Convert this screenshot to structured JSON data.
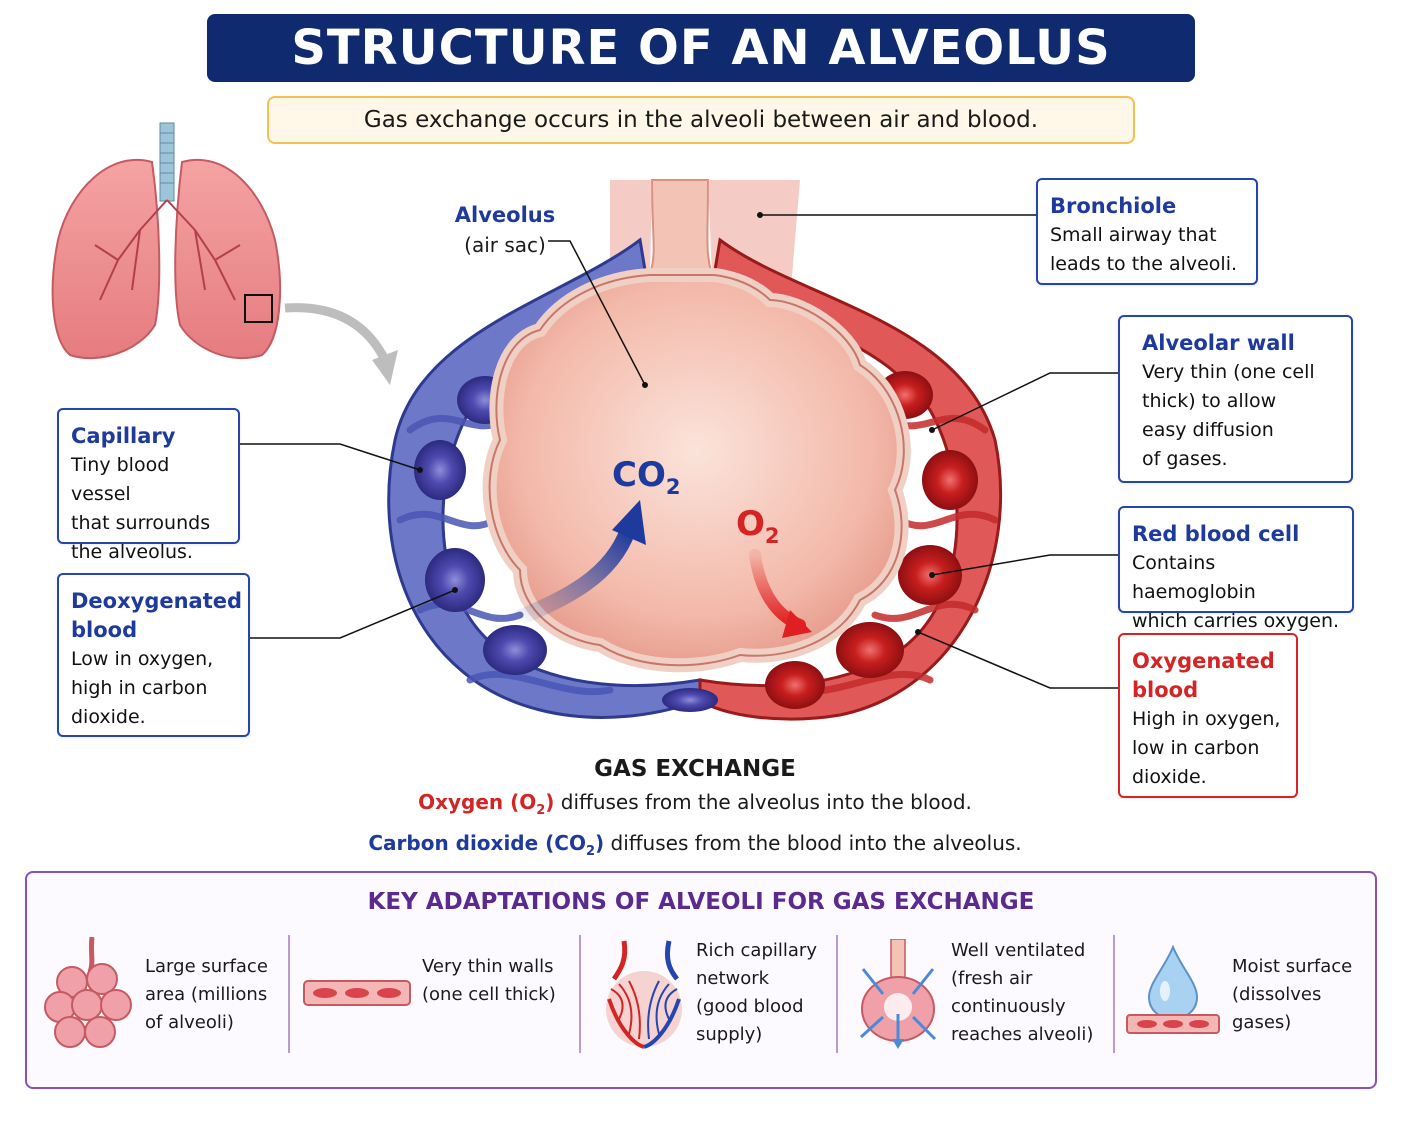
{
  "title": "STRUCTURE OF AN ALVEOLUS",
  "subtitle": "Gas exchange occurs in the alveoli between air and blood.",
  "labels": {
    "alveolus": {
      "heading": "Alveolus",
      "body": "(air sac)"
    },
    "bronchiole": {
      "heading": "Bronchiole",
      "lines": [
        "Small airway that",
        "leads to the alveoli."
      ]
    },
    "alveolar_wall": {
      "heading": "Alveolar wall",
      "lines": [
        "Very thin (one cell",
        "thick) to allow",
        "easy diffusion",
        "of gases."
      ]
    },
    "capillary": {
      "heading": "Capillary",
      "lines": [
        "Tiny blood vessel",
        "that surrounds",
        "the alveolus."
      ]
    },
    "red_blood_cell": {
      "heading": "Red blood cell",
      "lines": [
        "Contains haemoglobin",
        "which carries oxygen."
      ]
    },
    "deoxygenated": {
      "heading_lines": [
        "Deoxygenated",
        "blood"
      ],
      "lines": [
        "Low in oxygen,",
        "high in carbon",
        "dioxide."
      ]
    },
    "oxygenated": {
      "heading_lines": [
        "Oxygenated",
        "blood"
      ],
      "lines": [
        "High in oxygen,",
        "low in carbon",
        "dioxide."
      ]
    }
  },
  "gases": {
    "co2": {
      "main": "CO",
      "sub": "2"
    },
    "o2": {
      "main": "O",
      "sub": "2"
    }
  },
  "gas_exchange": {
    "title": "GAS EXCHANGE",
    "oxygen_term": "Oxygen (O",
    "oxygen_sub": "2",
    "oxygen_close": ")",
    "oxygen_rest": " diffuses from the alveolus into the blood.",
    "co2_term": "Carbon dioxide (CO",
    "co2_sub": "2",
    "co2_close": ")",
    "co2_rest": " diffuses from the blood into the alveolus."
  },
  "adaptations": {
    "title": "KEY ADAPTATIONS OF ALVEOLI FOR GAS EXCHANGE",
    "items": [
      {
        "lines": [
          "Large surface",
          "area (millions",
          "of alveoli)"
        ],
        "icon": "alveoli-cluster-icon"
      },
      {
        "lines": [
          "Very thin walls",
          "(one cell thick)"
        ],
        "icon": "thin-wall-icon"
      },
      {
        "lines": [
          "Rich capillary",
          "network",
          "(good blood",
          "supply)"
        ],
        "icon": "capillary-network-icon"
      },
      {
        "lines": [
          "Well ventilated",
          "(fresh air",
          "continuously",
          "reaches alveoli)"
        ],
        "icon": "ventilation-icon"
      },
      {
        "lines": [
          "Moist surface",
          "(dissolves",
          "gases)"
        ],
        "icon": "water-drop-icon"
      }
    ]
  },
  "colors": {
    "title_bg": "#0f2a6e",
    "blue_label": "#1e3a9c",
    "red_label": "#d42424",
    "purple": "#5b2a8e",
    "subtitle_border": "#f2c14e"
  }
}
